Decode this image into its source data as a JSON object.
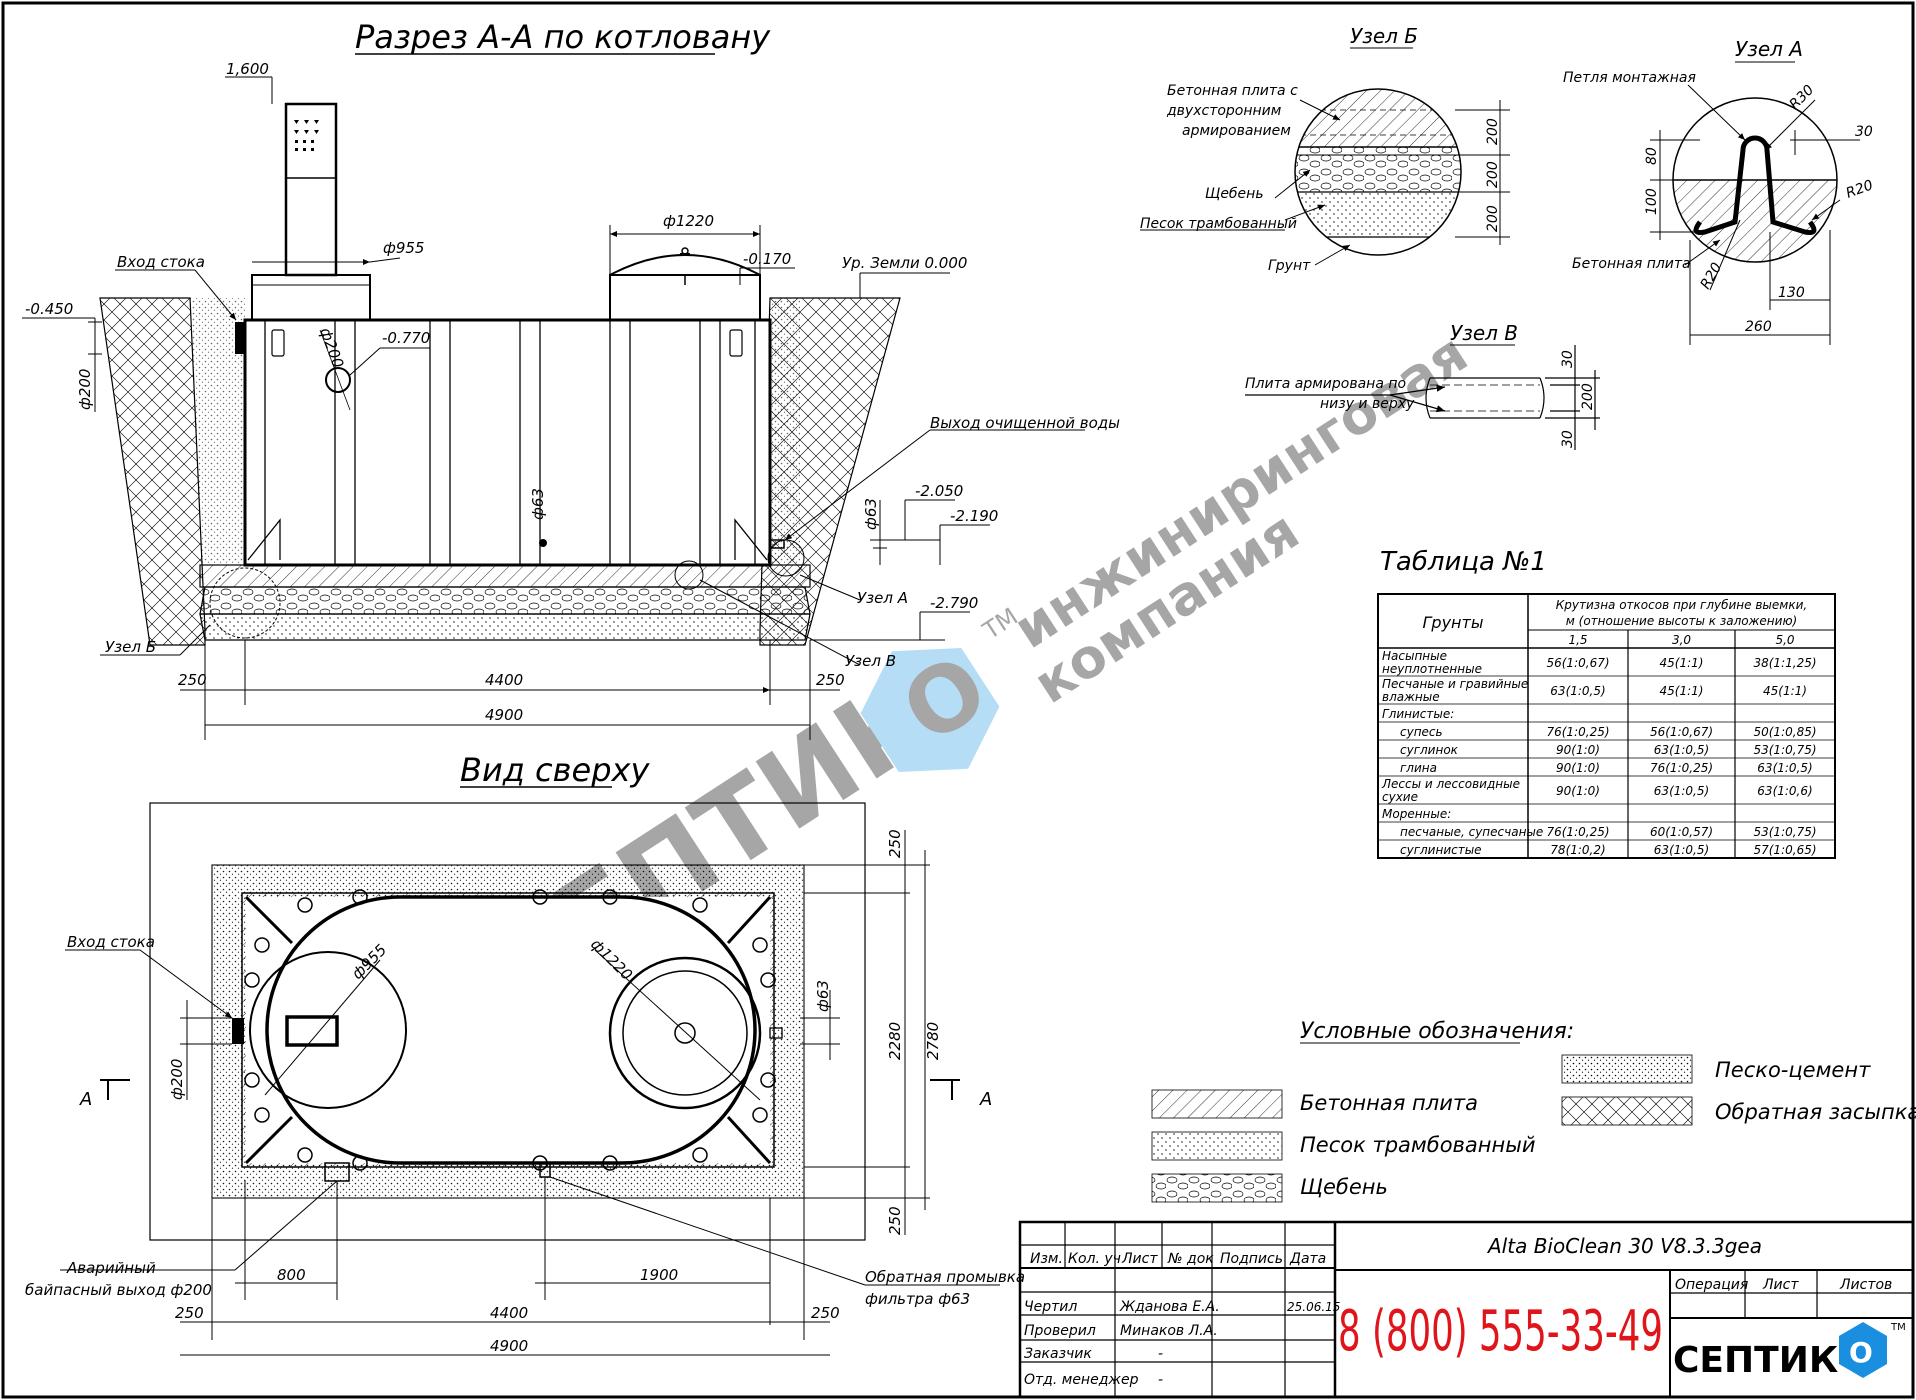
{
  "titles": {
    "section": "Разрез А-А по котловану",
    "top_view": "Вид сверху",
    "node_b": "Узел Б",
    "node_a": "Узел А",
    "node_v": "Узел В",
    "table": "Таблица №1",
    "legend": "Условные обозначения:"
  },
  "section": {
    "d1600": "1,600",
    "inlet": "Вход стока",
    "lvl_m0450": "-0.450",
    "d200": "ф200",
    "d200b": "ф200",
    "d955": "ф955",
    "lvl_m0770": "-0.770",
    "d1220": "ф1220",
    "lvl_m0170": "-0.170",
    "ground": "Ур. Земли 0.000",
    "outlet": "Выход очищенной воды",
    "lvl_m2050": "-2.050",
    "lvl_m2190": "-2.190",
    "d63": "ф63",
    "d63b": "ф63",
    "lvl_m2790": "-2.790",
    "node_a": "Узел А",
    "node_b": "Узел Б",
    "node_v": "Узел В",
    "dim_250l": "250",
    "dim_4400": "4400",
    "dim_250r": "250",
    "dim_4900": "4900"
  },
  "top": {
    "inlet": "Вход стока",
    "d955": "ф955",
    "d1220": "ф1220",
    "d63": "ф63",
    "d200": "ф200",
    "cut_a_left": "А",
    "cut_a_right": "А",
    "dim_250t": "250",
    "dim_2280": "2280",
    "dim_2780": "2780",
    "dim_250b": "250",
    "emergency": "Аварийный",
    "emergency2": "байпасный выход ф200",
    "flush": "Обратная промывка",
    "flush2": "фильтра ф63",
    "dim_800": "800",
    "dim_1900": "1900",
    "dim_250l": "250",
    "dim_4400": "4400",
    "dim_250r": "250",
    "dim_4900": "4900"
  },
  "node_b": {
    "slab": "Бетонная плита с",
    "slab2": "двухсторонним",
    "slab3": "армированием",
    "gravel": "Щебень",
    "sand": "Песок трамбованный",
    "soil": "Грунт",
    "d1": "200",
    "d2": "200",
    "d3": "200"
  },
  "node_a": {
    "loop": "Петля монтажная",
    "r30": "R30",
    "d30": "30",
    "d80": "80",
    "d100": "100",
    "r20a": "R20",
    "r20b": "R20",
    "slab": "Бетонная плита",
    "d130": "130",
    "d260": "260"
  },
  "node_v": {
    "slab": "Плита армирована по",
    "slab2": "низу и верху",
    "d30a": "30",
    "d200": "200",
    "d30b": "30"
  },
  "table": {
    "col_soil": "Грунты",
    "col_top": "Крутизна откосов при глубине выемки,",
    "col_top2": "м (отношение высоты к заложению)",
    "depths": [
      "1,5",
      "3,0",
      "5,0"
    ],
    "rows": [
      {
        "name": "Насыпные",
        "name2": "неуплотненные",
        "v": [
          "56(1:0,67)",
          "45(1:1)",
          "38(1:1,25)"
        ]
      },
      {
        "name": "Песчаные и гравийные",
        "name2": "влажные",
        "v": [
          "63(1:0,5)",
          "45(1:1)",
          "45(1:1)"
        ]
      },
      {
        "name": "Глинистые:",
        "name2": "",
        "v": [
          "",
          "",
          ""
        ]
      },
      {
        "name": "супесь",
        "name2": "",
        "v": [
          "76(1:0,25)",
          "56(1:0,67)",
          "50(1:0,85)"
        ]
      },
      {
        "name": "суглинок",
        "name2": "",
        "v": [
          "90(1:0)",
          "63(1:0,5)",
          "53(1:0,75)"
        ]
      },
      {
        "name": "глина",
        "name2": "",
        "v": [
          "90(1:0)",
          "76(1:0,25)",
          "63(1:0,5)"
        ]
      },
      {
        "name": "Лессы и лессовидные",
        "name2": "сухие",
        "v": [
          "90(1:0)",
          "63(1:0,5)",
          "63(1:0,6)"
        ]
      },
      {
        "name": "Моренные:",
        "name2": "",
        "v": [
          "",
          "",
          ""
        ]
      },
      {
        "name": "песчаные, супесчаные",
        "name2": "",
        "v": [
          "76(1:0,25)",
          "60(1:0,57)",
          "53(1:0,75)"
        ]
      },
      {
        "name": "суглинистые",
        "name2": "",
        "v": [
          "78(1:0,2)",
          "63(1:0,5)",
          "57(1:0,65)"
        ]
      }
    ]
  },
  "legend": {
    "concrete": "Бетонная плита",
    "sand": "Песок трамбованный",
    "gravel": "Щебень",
    "sandcement": "Песко-цемент",
    "backfill": "Обратная засыпка"
  },
  "stamp": {
    "h_izm": "Изм.",
    "h_kol": "Кол. уч",
    "h_list": "Лист",
    "h_doc": "№ док",
    "h_sign": "Подпись",
    "h_date": "Дата",
    "r1_role": "Чертил",
    "r1_name": "Жданова Е.А.",
    "r1_date": "25.06.15",
    "r2_role": "Проверил",
    "r2_name": "Минаков Л.А.",
    "r3_role": "Заказчик",
    "r3_name": "-",
    "r4_role": "Отд. менеджер",
    "r4_name": "-",
    "product": "Alta BioClean 30 V8.3.3gea",
    "phone": "8 (800) 555-33-49",
    "op": "Операция",
    "sheet": "Лист",
    "sheets": "Листов",
    "logo": "СЕПТИК",
    "logo_o": "О",
    "tm": "TM"
  },
  "watermark": {
    "brand": "СЕПТИК",
    "o": "О",
    "tm": "TM",
    "line1": "инжиниринговая",
    "line2": "компания"
  },
  "colors": {
    "phone": "#e0151b",
    "logo_blue": "#1a8fe0",
    "watermark_gray": "#9a9a9a",
    "watermark_blue": "#2d9de6"
  }
}
